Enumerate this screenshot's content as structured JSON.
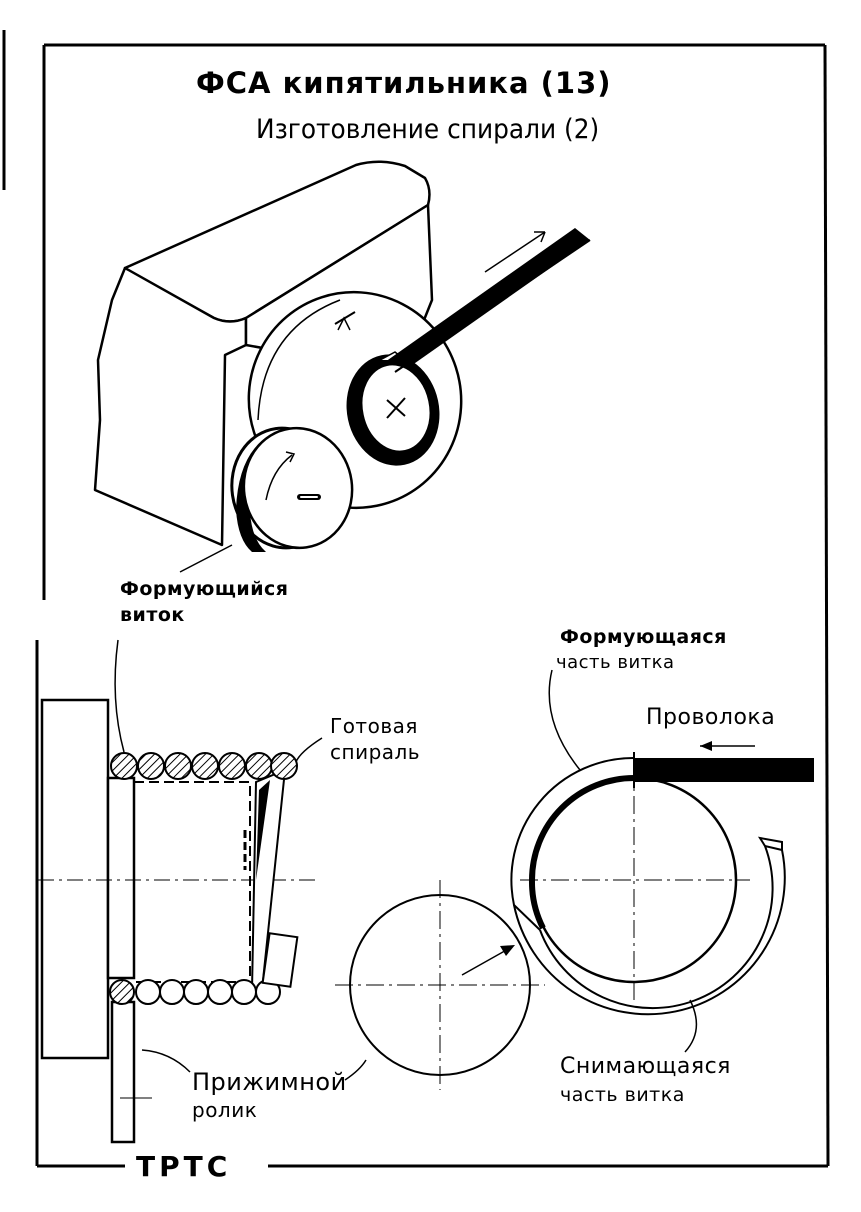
{
  "title": {
    "line1": "ФСА кипятильника (13)",
    "line2": "Изготовление спирали (2)"
  },
  "labels": {
    "forming_coil": [
      "Формующийся",
      "виток"
    ],
    "finished_spiral": [
      "Готовая",
      "спираль"
    ],
    "pressure_roller": [
      "Прижимной",
      "ролик"
    ],
    "forming_part": [
      "Формующаяся",
      "часть витка"
    ],
    "wire": "Проволока",
    "removed_part": [
      "Снимающаяся",
      "часть витка"
    ]
  },
  "footer": "ТРТС"
}
